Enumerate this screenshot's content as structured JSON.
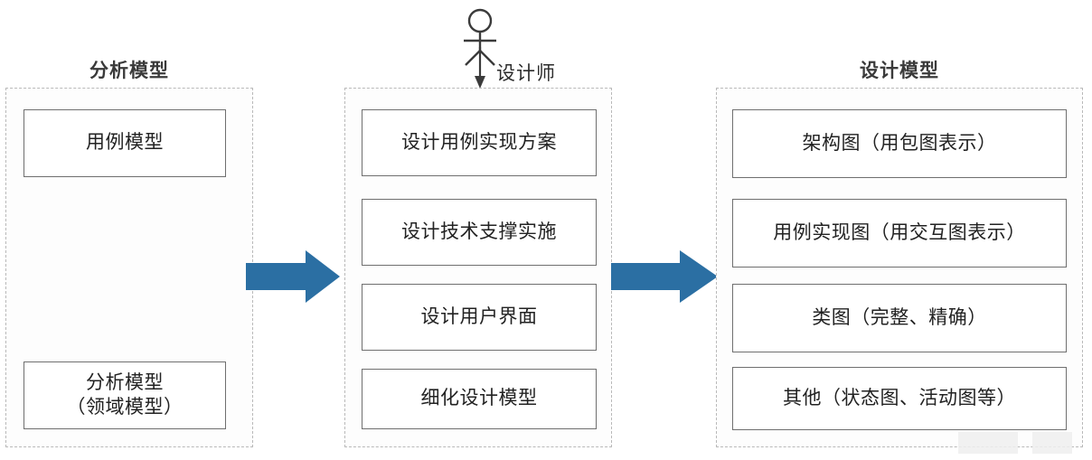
{
  "diagram": {
    "title_analysis": "分析模型",
    "title_design": "设计模型",
    "actor_label": "设计师",
    "accent_color": "#2B6FA3",
    "box_border_color": "#6F6F6F",
    "group_border_color": "#B9B9B9"
  },
  "columns": {
    "analysis": {
      "header": "分析模型",
      "boxes": [
        {
          "label": "用例模型"
        },
        {
          "label": "分析模型\n（领域模型）"
        }
      ]
    },
    "activities": {
      "header": "",
      "boxes": [
        {
          "label": "设计用例实现方案"
        },
        {
          "label": "设计技术支撑实施"
        },
        {
          "label": "设计用户界面"
        },
        {
          "label": "细化设计模型"
        }
      ]
    },
    "design": {
      "header": "设计模型",
      "boxes": [
        {
          "label": "架构图（用包图表示）"
        },
        {
          "label": "用例实现图（用交互图表示）"
        },
        {
          "label": "类图（完整、精确）"
        },
        {
          "label": "其他（状态图、活动图等）"
        }
      ]
    }
  },
  "arrows": [
    {
      "name": "analysis-to-activities"
    },
    {
      "name": "activities-to-design"
    }
  ]
}
